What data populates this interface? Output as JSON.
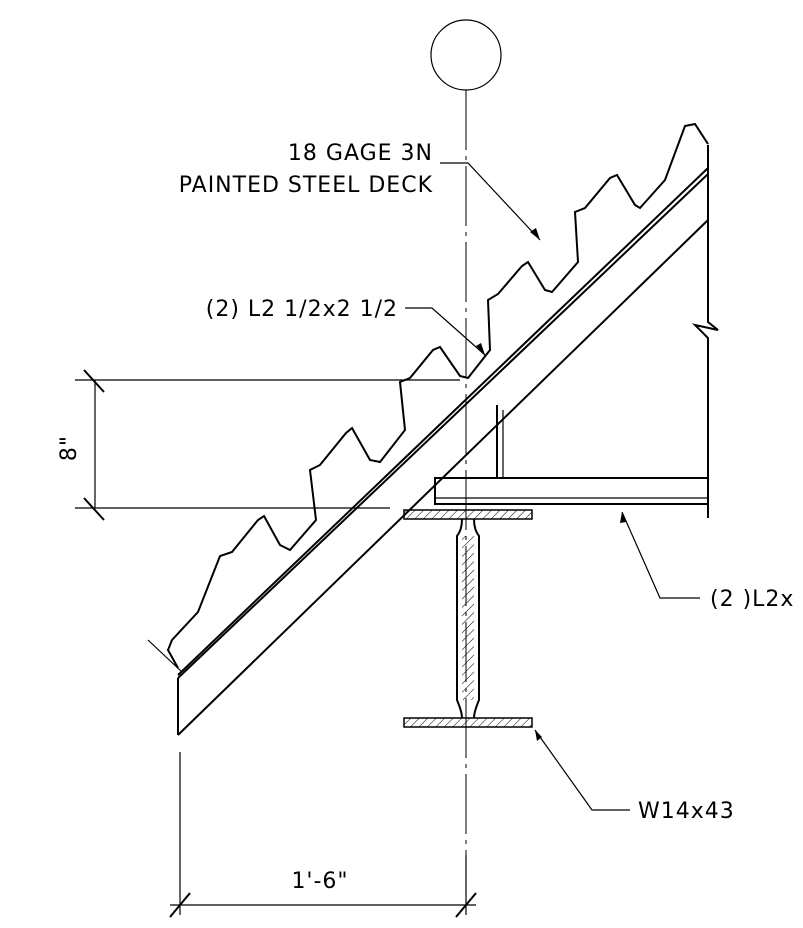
{
  "labels": {
    "deck_line1": "18 GAGE 3N",
    "deck_line2": "PAINTED STEEL DECK",
    "angles": "(2) L2 1/2x2 1/2",
    "angles_lower": "(2 )L2x",
    "beam": "W14x43"
  },
  "dimensions": {
    "vertical": "8\"",
    "horizontal": "1'-6\""
  }
}
